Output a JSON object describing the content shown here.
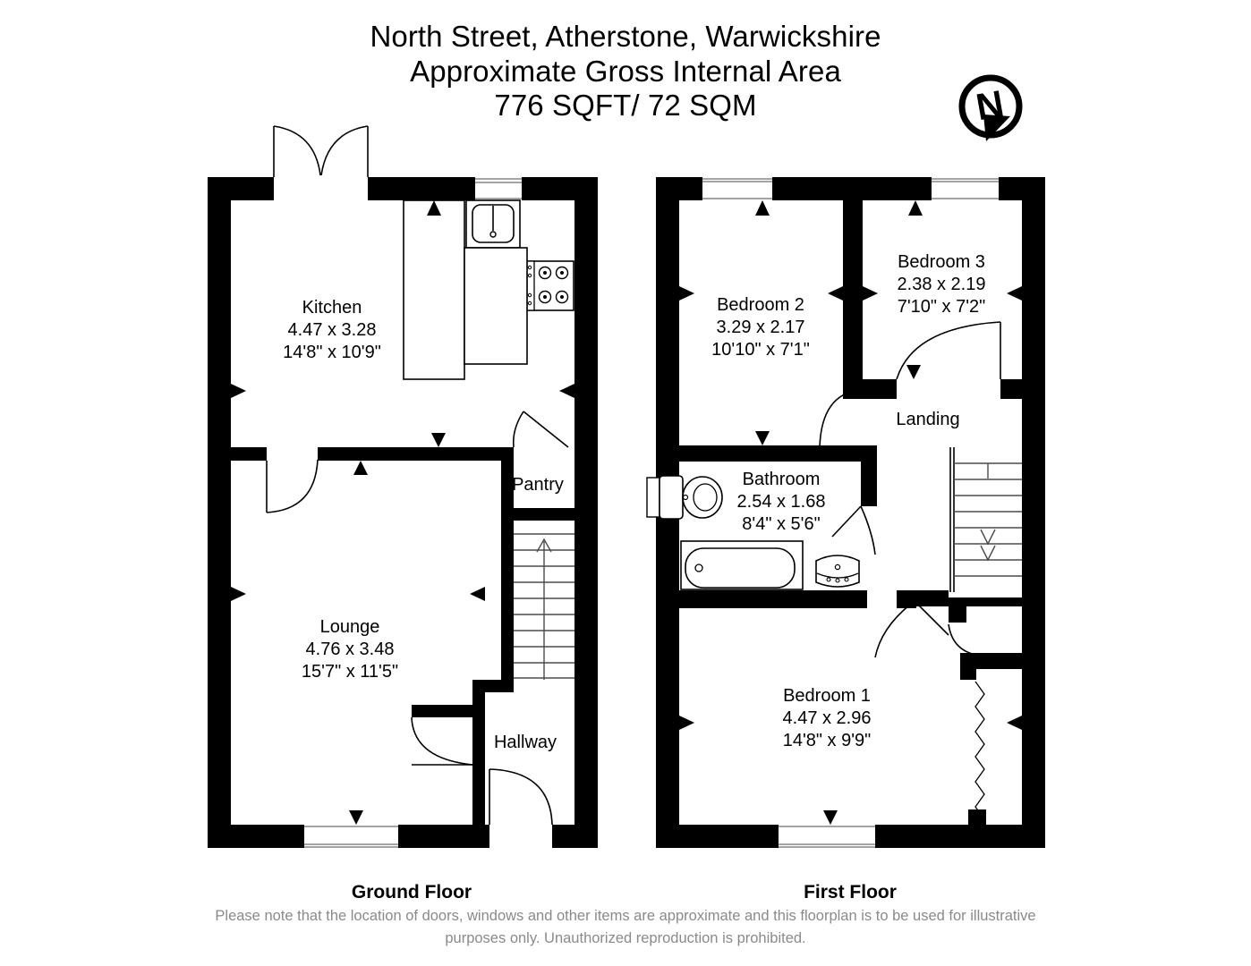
{
  "header": {
    "line1": "North Street, Atherstone, Warwickshire",
    "line2": "Approximate Gross Internal Area",
    "line3": "776 SQFT/ 72 SQM"
  },
  "compass": {
    "label": "N",
    "icon": "north-compass-icon"
  },
  "floors": [
    {
      "id": "ground",
      "caption": "Ground Floor",
      "rooms": [
        {
          "id": "kitchen",
          "name": "Kitchen",
          "dim_metric": "4.47 x 3.28",
          "dim_imperial": "14'8\" x 10'9\""
        },
        {
          "id": "lounge",
          "name": "Lounge",
          "dim_metric": "4.76 x 3.48",
          "dim_imperial": "15'7\" x 11'5\""
        },
        {
          "id": "pantry",
          "name": "Pantry",
          "dim_metric": "",
          "dim_imperial": ""
        },
        {
          "id": "hallway",
          "name": "Hallway",
          "dim_metric": "",
          "dim_imperial": ""
        }
      ],
      "fixtures": [
        "kitchen-sink",
        "kitchen-hob",
        "kitchen-worktop",
        "staircase-up"
      ]
    },
    {
      "id": "first",
      "caption": "First Floor",
      "rooms": [
        {
          "id": "bedroom2",
          "name": "Bedroom 2",
          "dim_metric": "3.29 x 2.17",
          "dim_imperial": "10'10\" x 7'1\""
        },
        {
          "id": "bedroom3",
          "name": "Bedroom 3",
          "dim_metric": "2.38 x 2.19",
          "dim_imperial": "7'10\" x 7'2\""
        },
        {
          "id": "bathroom",
          "name": "Bathroom",
          "dim_metric": "2.54 x 1.68",
          "dim_imperial": "8'4\" x 5'6\""
        },
        {
          "id": "bedroom1",
          "name": "Bedroom 1",
          "dim_metric": "4.47 x 2.96",
          "dim_imperial": "14'8\" x 9'9\""
        },
        {
          "id": "landing",
          "name": "Landing",
          "dim_metric": "",
          "dim_imperial": ""
        }
      ],
      "fixtures": [
        "toilet",
        "bathtub",
        "wash-basin",
        "staircase-down"
      ]
    }
  ],
  "disclaimer": {
    "line1": "Please note that the location of doors, windows and other items are approximate and this floorplan is to be used for illustrative",
    "line2": "purposes only. Unauthorized reproduction is prohibited."
  },
  "colors": {
    "wall": "#000000",
    "background": "#ffffff",
    "disclaimer_text": "#8a8a8a",
    "stair_line": "#4b4b4b"
  }
}
